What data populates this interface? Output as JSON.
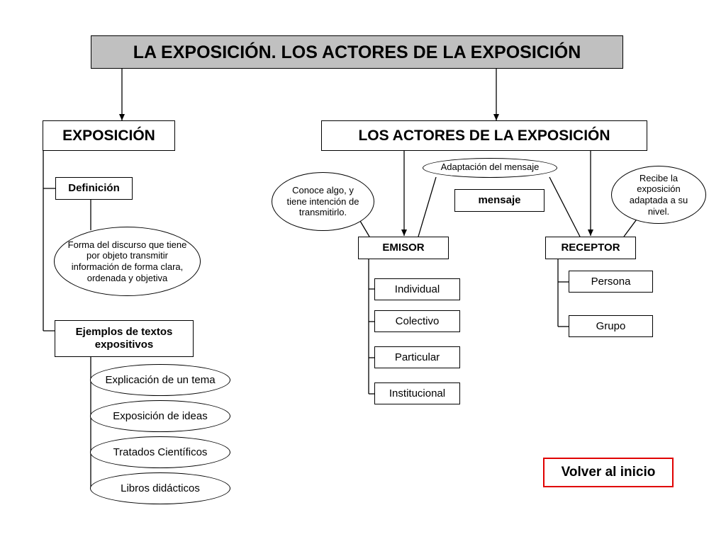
{
  "title": "LA EXPOSICIÓN. LOS ACTORES DE LA EXPOSICIÓN",
  "exposicion": {
    "heading": "EXPOSICIÓN",
    "definicion_label": "Definición",
    "definicion_text": "Forma del discurso que tiene por objeto transmitir información de forma clara, ordenada y objetiva",
    "ejemplos_label": "Ejemplos de textos expositivos",
    "ejemplos": [
      "Explicación de un tema",
      "Exposición de ideas",
      "Tratados Científicos",
      "Libros didácticos"
    ]
  },
  "actores": {
    "heading": "LOS ACTORES DE LA EXPOSICIÓN",
    "emisor_note": "Conoce algo, y tiene intención de transmitirlo.",
    "adaptacion_note": "Adaptación del mensaje",
    "mensaje": "mensaje",
    "receptor_note": "Recibe la exposición adaptada a su nivel.",
    "emisor": "EMISOR",
    "receptor": "RECEPTOR",
    "emisor_tipos": [
      "Individual",
      "Colectivo",
      "Particular",
      "Institucional"
    ],
    "receptor_tipos": [
      "Persona",
      "Grupo"
    ]
  },
  "nav": {
    "back_label": "Volver al inicio",
    "back_border_color": "#e00000"
  },
  "colors": {
    "title_background": "#c0c0c0"
  }
}
